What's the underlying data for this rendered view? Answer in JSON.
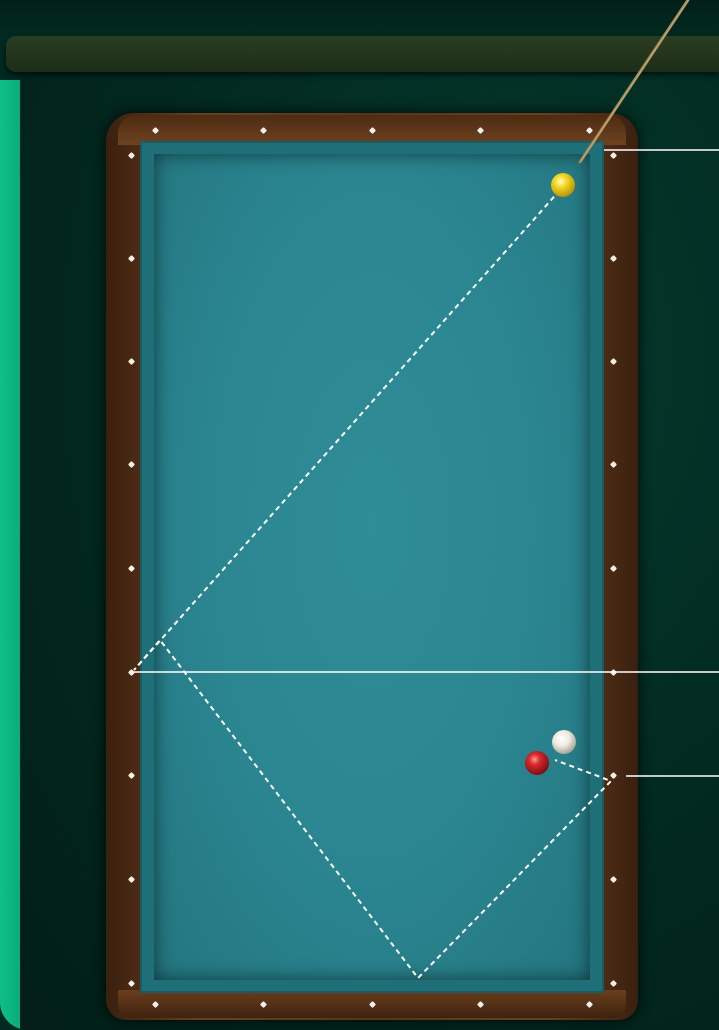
{
  "scene": {
    "type": "three-cushion billiards diagram",
    "colors": {
      "felt": "#2a8590",
      "rail_wood": "#6b3f1e",
      "background": "#012a22",
      "accent_strip": "#0fbf86",
      "path_line": "#ffffff",
      "cue_stick": "#9c8654"
    }
  },
  "balls": [
    {
      "name": "yellow-ball",
      "color": "#f2d21a"
    },
    {
      "name": "white-ball",
      "color": "#f1efe6"
    },
    {
      "name": "red-ball",
      "color": "#d3282c"
    }
  ],
  "diamonds": {
    "top_count": 5,
    "bottom_count": 5,
    "left_count": 9,
    "right_count": 9
  },
  "shot_path": {
    "style": "dashed",
    "cushions_contacted": 3
  },
  "reference_lines": {
    "count": 3,
    "style": "solid white"
  }
}
